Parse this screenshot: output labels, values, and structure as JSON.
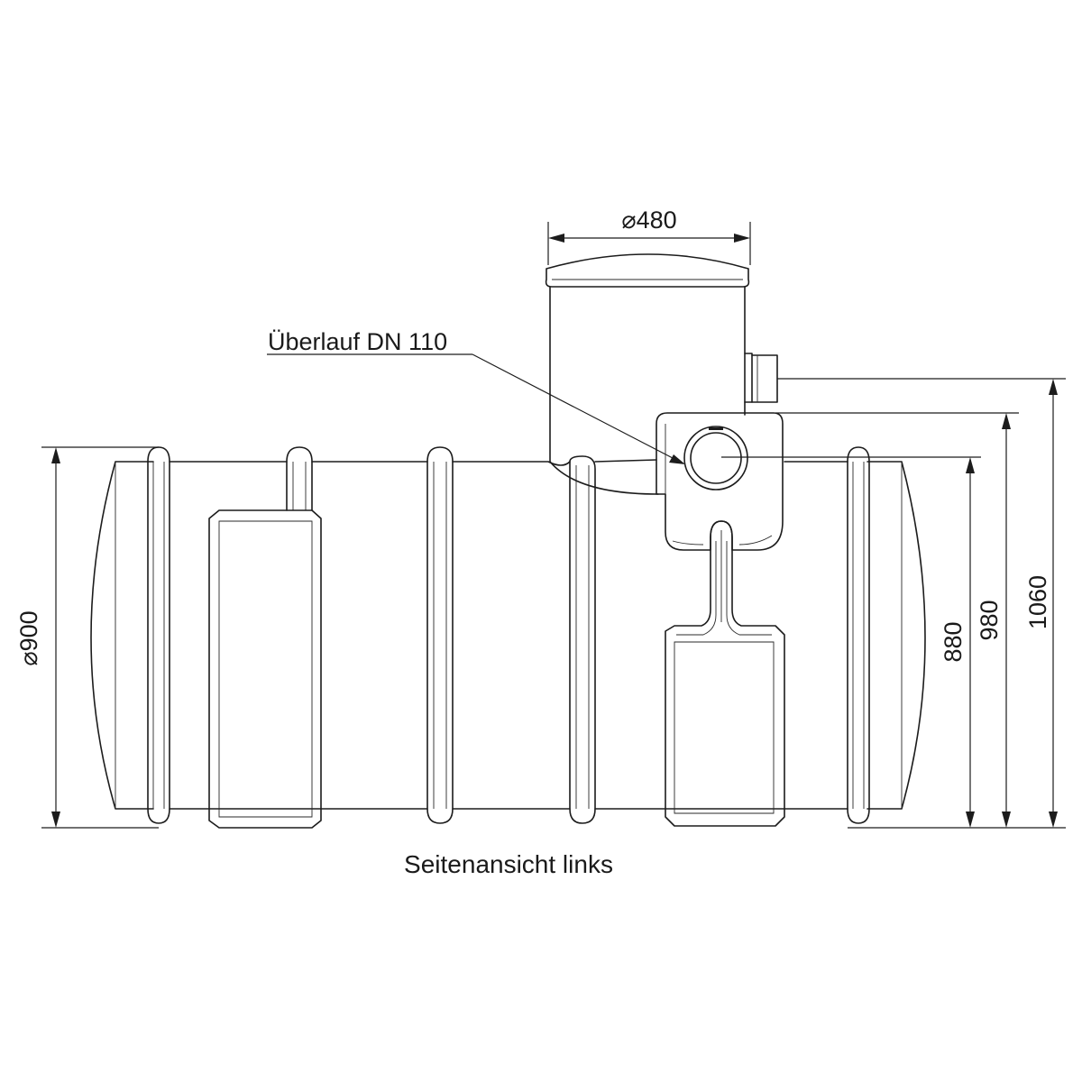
{
  "drawing": {
    "view_caption": "Seitenansicht links",
    "overflow_label": "Überlauf DN 110",
    "dimensions": {
      "tank_diameter": "⌀900",
      "dome_diameter": "⌀480",
      "height_880": "880",
      "height_980": "980",
      "height_1060": "1060"
    }
  }
}
